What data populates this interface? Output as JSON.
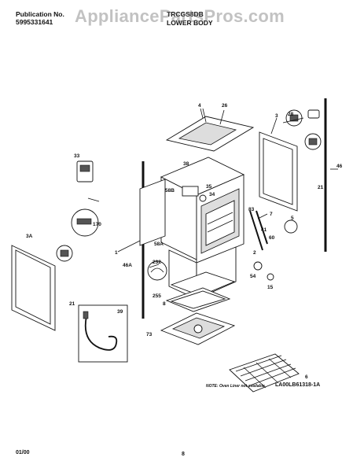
{
  "header": {
    "publication_label": "Publication No.",
    "publication_number": "5995331641",
    "model_fragment": "TRCGS8DB",
    "section_title": "LOWER BODY"
  },
  "watermark": "AppliancePartsPros.com",
  "callouts": [
    "4",
    "26",
    "3",
    "28",
    "46",
    "33",
    "38",
    "58B",
    "35",
    "34",
    "21",
    "5",
    "170",
    "58A",
    "1",
    "83",
    "7",
    "41",
    "60",
    "2",
    "3A",
    "232",
    "46A",
    "54",
    "15",
    "255",
    "8",
    "21",
    "39",
    "73",
    "6"
  ],
  "note": "NOTE: Oven Liner not available",
  "diagram_code": "LA00LB61318-1A",
  "footer": {
    "date": "01/00",
    "page": "8"
  },
  "colors": {
    "ink": "#111111",
    "watermark": "#787878",
    "background": "#ffffff"
  }
}
